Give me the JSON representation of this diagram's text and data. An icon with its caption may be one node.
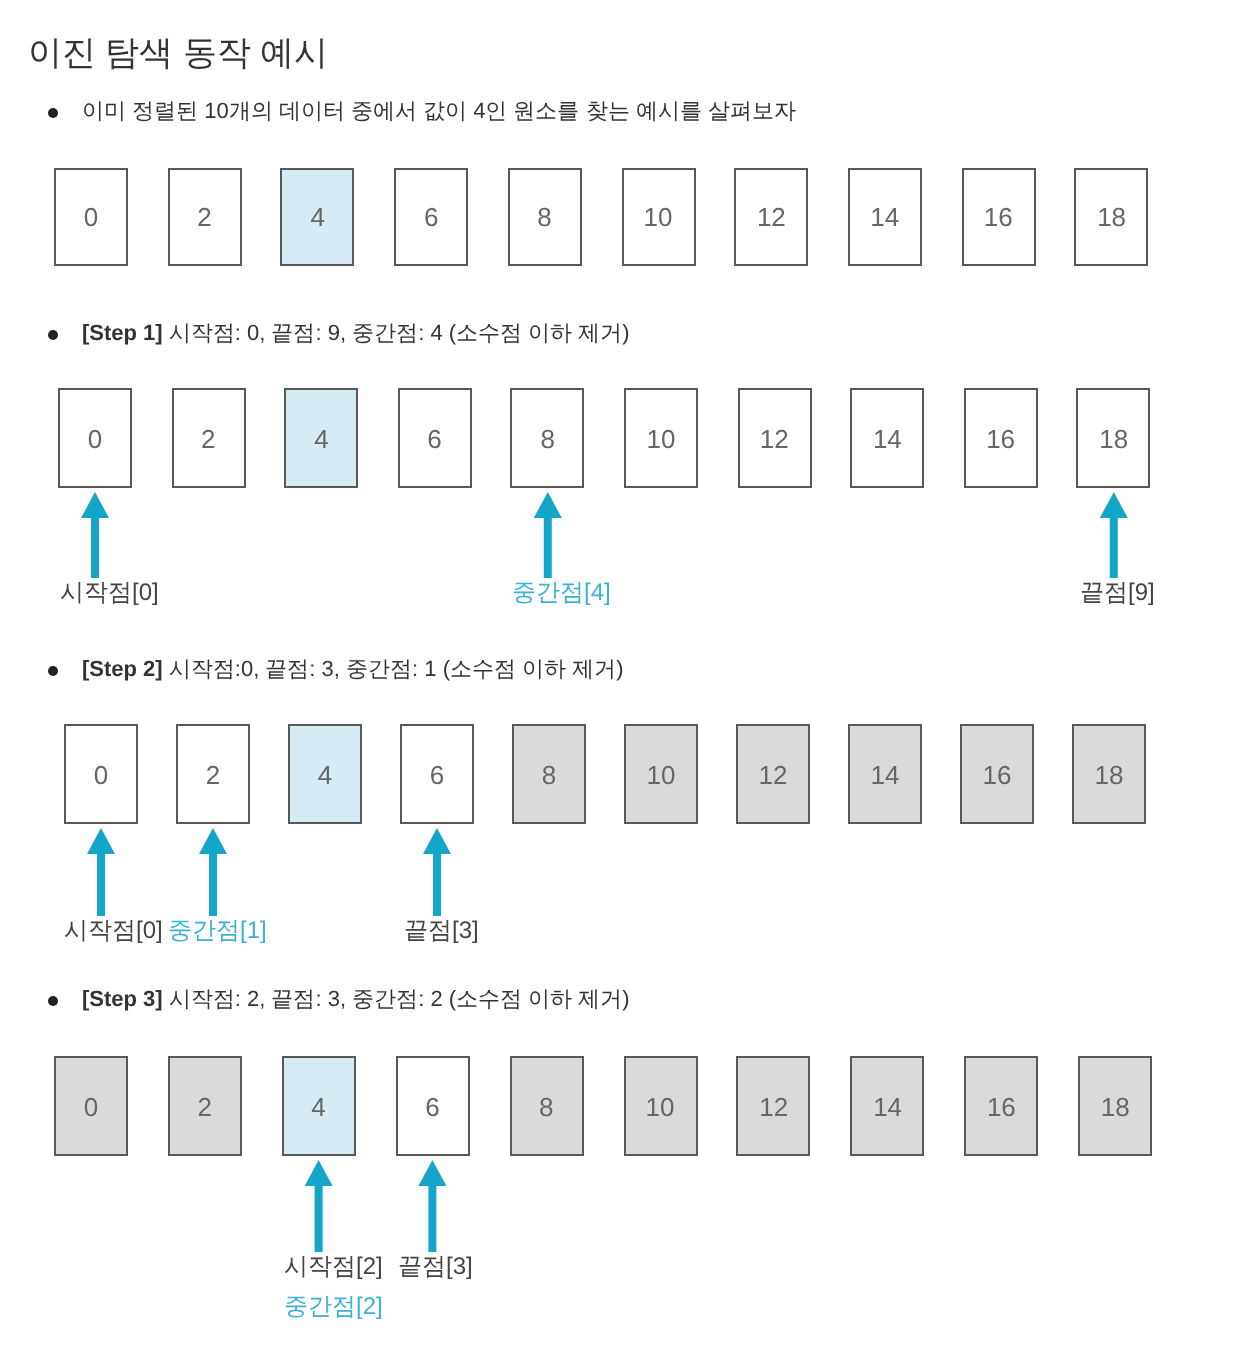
{
  "diagram": {
    "title": "이진 탐색 동작 예시",
    "nodes": [
      {
        "text": [
          "0"
        ]
      },
      {
        "text": [
          "2"
        ]
      },
      {
        "text": [
          "4"
        ]
      },
      {
        "text": [
          "6"
        ]
      },
      {
        "text": [
          "8"
        ]
      },
      {
        "text": [
          "10"
        ]
      },
      {
        "text": [
          "12"
        ]
      },
      {
        "text": [
          "14"
        ]
      },
      {
        "text": [
          "16"
        ]
      },
      {
        "text": [
          "18"
        ]
      },
      {
        "text": [
          "0"
        ]
      },
      {
        "text": [
          "2"
        ]
      },
      {
        "text": [
          "4"
        ]
      },
      {
        "text": [
          "6"
        ]
      },
      {
        "text": [
          "8"
        ]
      },
      {
        "text": [
          "10"
        ]
      },
      {
        "text": [
          "12"
        ]
      },
      {
        "text": [
          "14"
        ]
      },
      {
        "text": [
          "16"
        ]
      },
      {
        "text": [
          "18"
        ]
      },
      {
        "text": [
          "시작점[0]"
        ]
      },
      {
        "text": [
          "중간점[4]"
        ]
      },
      {
        "text": [
          "끝점[9]"
        ]
      },
      {
        "text": [
          "0"
        ]
      },
      {
        "text": [
          "2"
        ]
      },
      {
        "text": [
          "4"
        ]
      },
      {
        "text": [
          "6"
        ]
      },
      {
        "text": [
          "8"
        ]
      },
      {
        "text": [
          "10"
        ]
      },
      {
        "text": [
          "12"
        ]
      },
      {
        "text": [
          "14"
        ]
      },
      {
        "text": [
          "16"
        ]
      },
      {
        "text": [
          "18"
        ]
      },
      {
        "text": [
          "시작점[0]"
        ]
      },
      {
        "text": [
          "중간점[1]"
        ]
      },
      {
        "text": [
          "끝점[3]"
        ]
      },
      {
        "text": [
          "0"
        ]
      },
      {
        "text": [
          "2"
        ]
      },
      {
        "text": [
          "4"
        ]
      },
      {
        "text": [
          "6"
        ]
      },
      {
        "text": [
          "8"
        ]
      },
      {
        "text": [
          "10"
        ]
      },
      {
        "text": [
          "12"
        ]
      },
      {
        "text": [
          "14"
        ]
      },
      {
        "text": [
          "16"
        ]
      },
      {
        "text": [
          "18"
        ]
      },
      {
        "text": [
          "시작점[2]",
          "중간점[2]"
        ]
      },
      {
        "text": [
          "끝점[3]"
        ]
      }
    ],
    "edges": [
      {
        "from": 20,
        "to": 10,
        "arrow": "to"
      },
      {
        "from": 21,
        "to": 14,
        "arrow": "to"
      },
      {
        "from": 22,
        "to": 19,
        "arrow": "to"
      },
      {
        "from": 33,
        "to": 23,
        "arrow": "to"
      },
      {
        "from": 34,
        "to": 24,
        "arrow": "to"
      },
      {
        "from": 35,
        "to": 26,
        "arrow": "to"
      },
      {
        "from": 46,
        "to": 38,
        "arrow": "to"
      },
      {
        "from": 47,
        "to": 39,
        "arrow": "to"
      }
    ],
    "labels": [
      "이미 정렬된 10개의 데이터 중에서 값이 4인 원소를 찾는 예시를 살펴보자",
      "**[Step 1]** 시작점: 0, 끝점: 9, 중간점: 4 (소수점 이하 제거)",
      "**[Step 2]** 시작점:0, 끝점: 3, 중간점: 1 (소수점 이하 제거)",
      "**[Step 3]** 시작점: 2, 끝점: 3, 중간점: 2 (소수점 이하 제거)"
    ]
  }
}
